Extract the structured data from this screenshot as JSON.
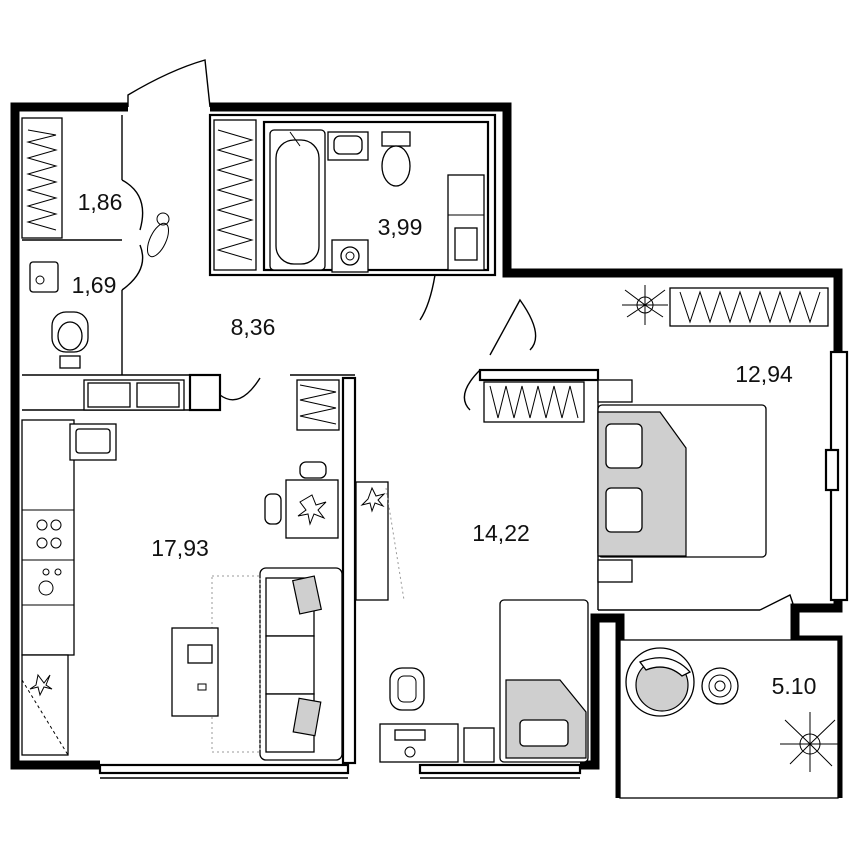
{
  "plan": {
    "rooms": [
      {
        "id": "storage",
        "area": "1,86"
      },
      {
        "id": "wc",
        "area": "1,69"
      },
      {
        "id": "bathroom",
        "area": "3,99"
      },
      {
        "id": "hall",
        "area": "8,36"
      },
      {
        "id": "bedroom",
        "area": "12,94"
      },
      {
        "id": "kitchen-living",
        "area": "17,93"
      },
      {
        "id": "room",
        "area": "14,22"
      },
      {
        "id": "balcony",
        "area": "5.10"
      }
    ]
  }
}
